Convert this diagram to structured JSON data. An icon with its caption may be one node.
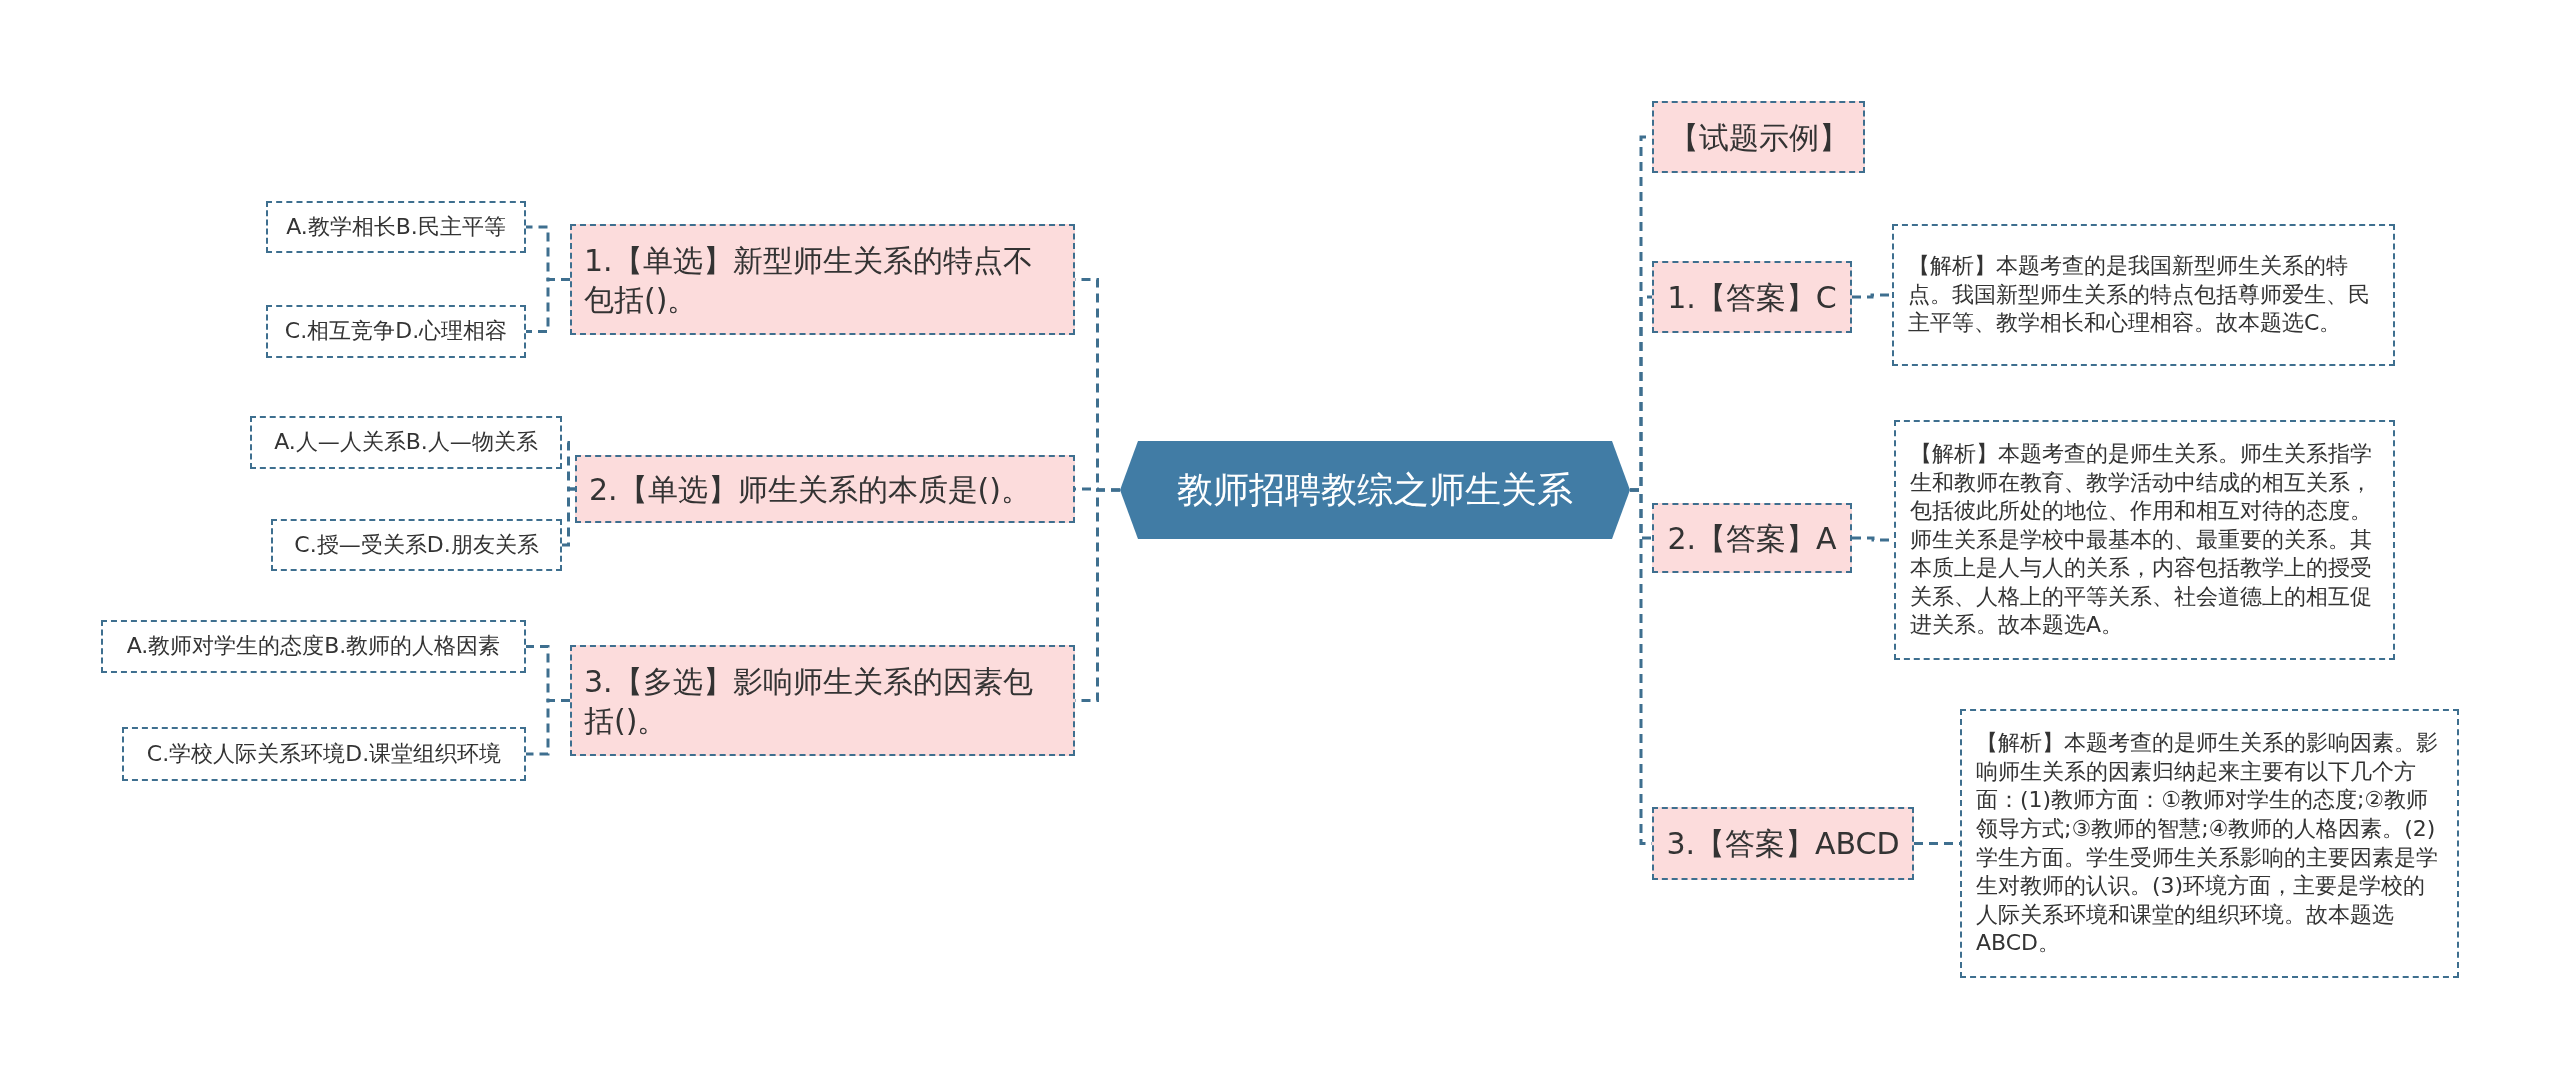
{
  "diagram": {
    "nodes": [
      {
        "text": [
          "教师招聘教综之师生关系"
        ]
      },
      {
        "text": [
          "1.【单选】新型师生关系的特点不包括()。"
        ]
      },
      {
        "text": [
          "A.教学相长B.民主平等"
        ]
      },
      {
        "text": [
          "C.相互竞争D.心理相容"
        ]
      },
      {
        "text": [
          "2.【单选】师生关系的本质是()。"
        ]
      },
      {
        "text": [
          "A.人—人关系B.人—物关系"
        ]
      },
      {
        "text": [
          "C.授—受关系D.朋友关系"
        ]
      },
      {
        "text": [
          "3.【多选】影响师生关系的因素包括()。"
        ]
      },
      {
        "text": [
          "A.教师对学生的态度B.教师的人格因素"
        ]
      },
      {
        "text": [
          "C.学校人际关系环境D.课堂组织环境"
        ]
      },
      {
        "text": [
          "【试题示例】"
        ]
      },
      {
        "text": [
          "1.【答案】C"
        ]
      },
      {
        "text": [
          "【解析】本题考查的是我国新型师生关系的特点。我国新型师生关系的特点包括尊师爱生、民主平等、教学相长和心理相容。故本题选C。"
        ]
      },
      {
        "text": [
          "2.【答案】A"
        ]
      },
      {
        "text": [
          "【解析】本题考查的是师生关系。师生关系指学生和教师在教育、教学活动中结成的相互关系，包括彼此所处的地位、作用和相互对待的态度。师生关系是学校中最基本的、最重要的关系。其本质上是人与人的关系，内容包括教学上的授受关系、人格上的平等关系、社会道德上的相互促进关系。故本题选A。"
        ]
      },
      {
        "text": [
          "3.【答案】ABCD"
        ]
      },
      {
        "text": [
          "【解析】本题考查的是师生关系的影响因素。影响师生关系的因素归纳起来主要有以下几个方面：(1)教师方面：①教师对学生的态度;②教师领导方式;③教师的智慧;④教师的人格因素。(2)学生方面。学生受师生关系影响的主要因素是学生对教师的认识。(3)环境方面，主要是学校的人际关系环境和课堂的组织环境。故本题选ABCD。"
        ]
      }
    ],
    "edges": [
      {
        "from": 0,
        "to": 1,
        "arrow": "none"
      },
      {
        "from": 1,
        "to": 2,
        "arrow": "none"
      },
      {
        "from": 1,
        "to": 3,
        "arrow": "none"
      },
      {
        "from": 0,
        "to": 4,
        "arrow": "none"
      },
      {
        "from": 4,
        "to": 5,
        "arrow": "none"
      },
      {
        "from": 4,
        "to": 6,
        "arrow": "none"
      },
      {
        "from": 0,
        "to": 7,
        "arrow": "none"
      },
      {
        "from": 7,
        "to": 8,
        "arrow": "none"
      },
      {
        "from": 7,
        "to": 9,
        "arrow": "none"
      },
      {
        "from": 0,
        "to": 10,
        "arrow": "none"
      },
      {
        "from": 0,
        "to": 11,
        "arrow": "none"
      },
      {
        "from": 11,
        "to": 12,
        "arrow": "none"
      },
      {
        "from": 0,
        "to": 13,
        "arrow": "none"
      },
      {
        "from": 13,
        "to": 14,
        "arrow": "none"
      },
      {
        "from": 0,
        "to": 15,
        "arrow": "none"
      },
      {
        "from": 15,
        "to": 16,
        "arrow": "none"
      }
    ]
  }
}
